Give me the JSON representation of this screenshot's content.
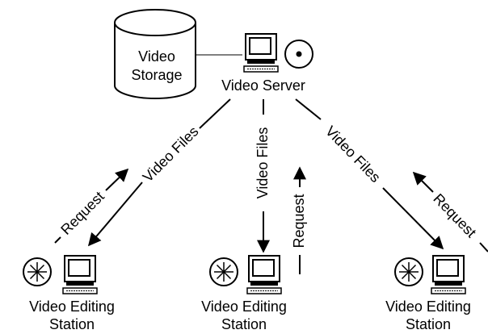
{
  "storage": {
    "line1": "Video",
    "line2": "Storage"
  },
  "server": {
    "label": "Video Server"
  },
  "stations": [
    {
      "line1": "Video Editing",
      "line2": "Station"
    },
    {
      "line1": "Video Editing",
      "line2": "Station"
    },
    {
      "line1": "Video Editing",
      "line2": "Station"
    }
  ],
  "edges": {
    "video_files": "Video Files",
    "request": "Request"
  }
}
